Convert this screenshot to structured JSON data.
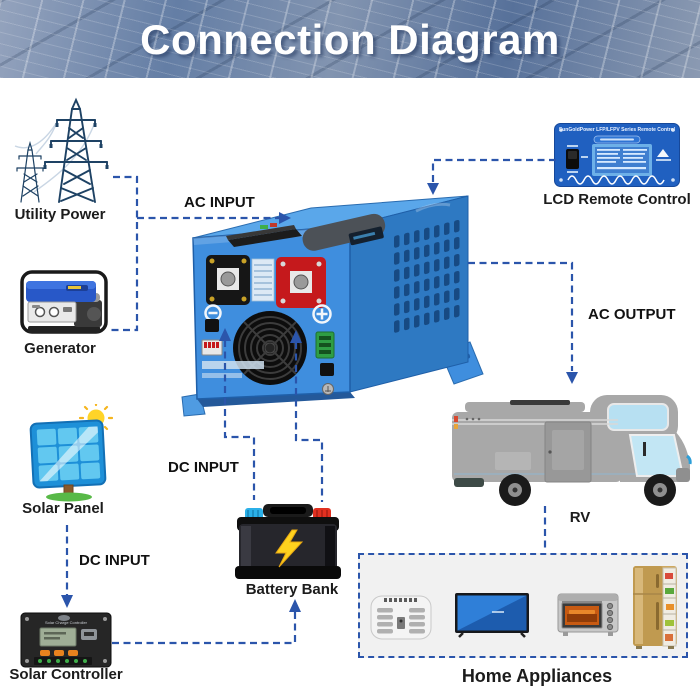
{
  "banner": {
    "title": "Connection Diagram"
  },
  "nodes": {
    "utility_power": {
      "label": "Utility Power"
    },
    "generator": {
      "label": "Generator"
    },
    "solar_panel": {
      "label": "Solar Panel"
    },
    "solar_controller": {
      "label": "Solar Controller",
      "panel_text": "Solar Charge Controller"
    },
    "inverter": {
      "icon": "solar-inverter-charger"
    },
    "lcd_remote": {
      "label": "LCD Remote Control",
      "panel_title": "SunGoldPower LFP/LFPV Series Remote Control"
    },
    "rv": {
      "label": "RV"
    },
    "battery_bank": {
      "label": "Battery Bank"
    },
    "home_appliances": {
      "label": "Home Appliances",
      "items": [
        "rv-air-conditioner-icon",
        "tv-icon",
        "oven-icon",
        "refrigerator-icon"
      ]
    }
  },
  "connections": {
    "ac_input": {
      "label": "AC INPUT"
    },
    "ac_output": {
      "label": "AC OUTPUT"
    },
    "dc_input_battery": {
      "label": "DC INPUT"
    },
    "dc_input_solar": {
      "label": "DC INPUT"
    }
  },
  "colors": {
    "connector": "#2b55ab",
    "inverter_blue": "#3f8ede",
    "banner_text": "#ffffff"
  }
}
